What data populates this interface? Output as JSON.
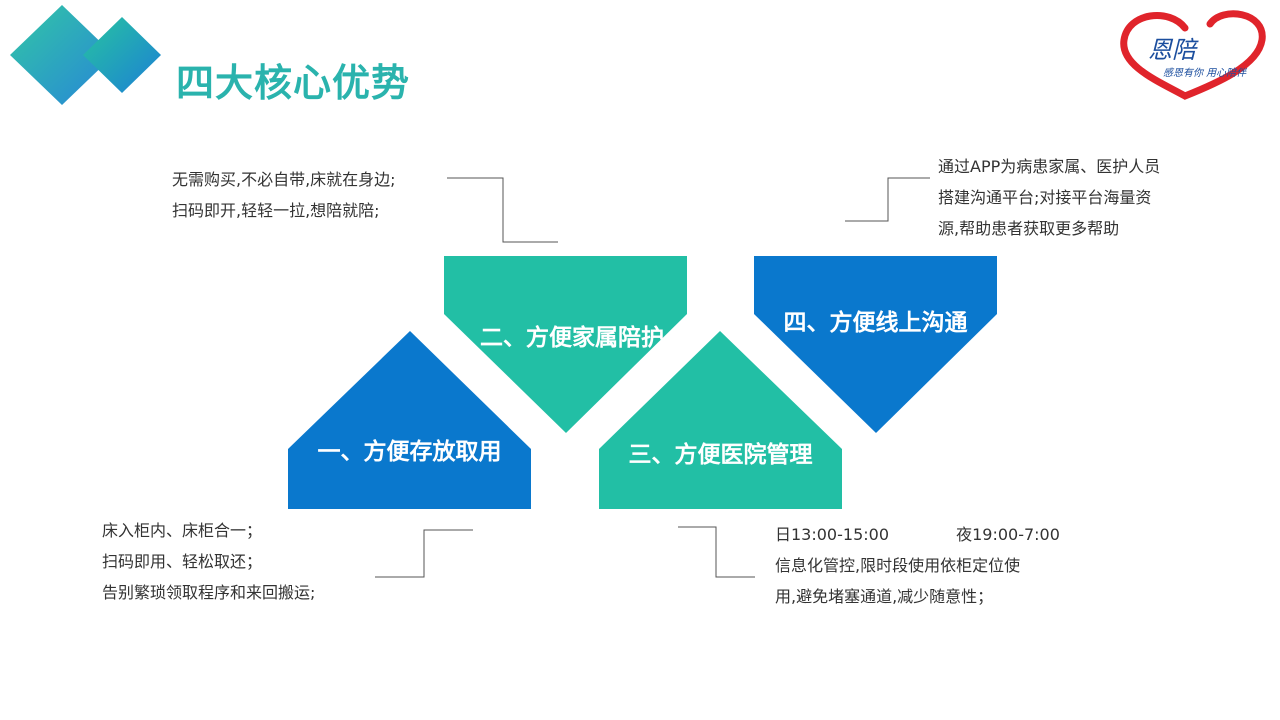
{
  "slide": {
    "title": "四大核心优势"
  },
  "logo": {
    "name": "恩陪",
    "slogan": "感恩有你 用心陪伴"
  },
  "advantages": [
    {
      "label": "一、方便存放取用",
      "color": "#0a78cd",
      "desc": [
        "床入柜内、床柜合一；",
        "扫码即用、轻松取还；",
        "告别繁琐领取程序和来回搬运;"
      ]
    },
    {
      "label": "二、方便家属陪护",
      "color": "#22bfa5",
      "desc": [
        "无需购买,不必自带,床就在身边;",
        "扫码即开,轻轻一拉,想陪就陪;"
      ]
    },
    {
      "label": "三、方便医院管理",
      "color": "#22bfa5",
      "desc_first": [
        "日13:00-15:00",
        "夜19:00-7:00"
      ],
      "desc": [
        "信息化管控,限时段使用依柜定位使",
        "用,避免堵塞通道,减少随意性；"
      ]
    },
    {
      "label": "四、方便线上沟通",
      "color": "#0a78cd",
      "desc": [
        "通过APP为病患家属、医护人员",
        "搭建沟通平台;对接平台海量资",
        "源,帮助患者获取更多帮助"
      ]
    }
  ],
  "colors": {
    "title": "#2ab3ad",
    "blue": "#0a78cd",
    "teal": "#22bfa5",
    "logo_red": "#e0242b"
  }
}
